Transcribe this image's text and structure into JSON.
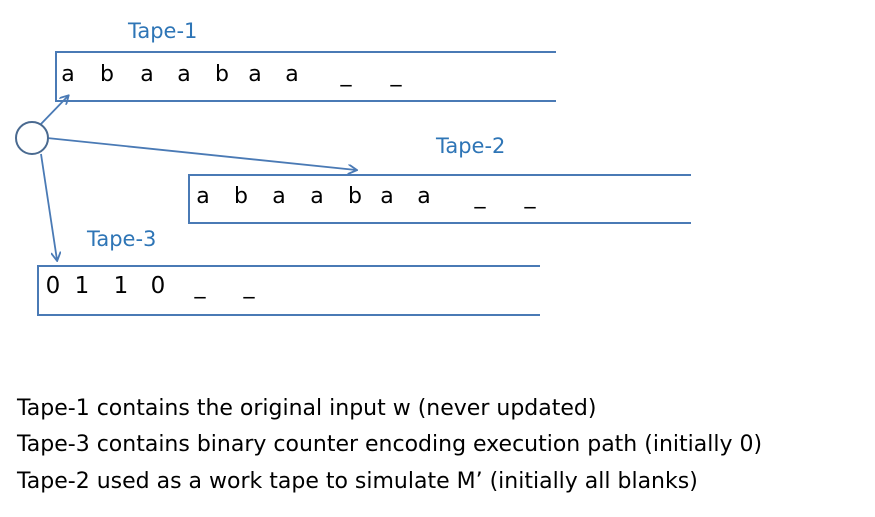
{
  "tapes": {
    "tape1": {
      "label": "Tape-1",
      "symbols": [
        "a",
        "b",
        "a",
        "a",
        "b",
        "a",
        "a",
        "_",
        "_"
      ]
    },
    "tape2": {
      "label": "Tape-2",
      "symbols": [
        "a",
        "b",
        "a",
        "a",
        "b",
        "a",
        "a",
        "_",
        "_"
      ]
    },
    "tape3": {
      "label": "Tape-3",
      "symbols": [
        "0",
        "1",
        "1",
        "0",
        "_",
        "_"
      ]
    }
  },
  "captions": [
    "Tape-1 contains the original input w (never updated)",
    "Tape-3 contains binary counter encoding execution path (initially 0)",
    "Tape-2 used as a work tape to simulate M’ (initially all blanks)"
  ]
}
